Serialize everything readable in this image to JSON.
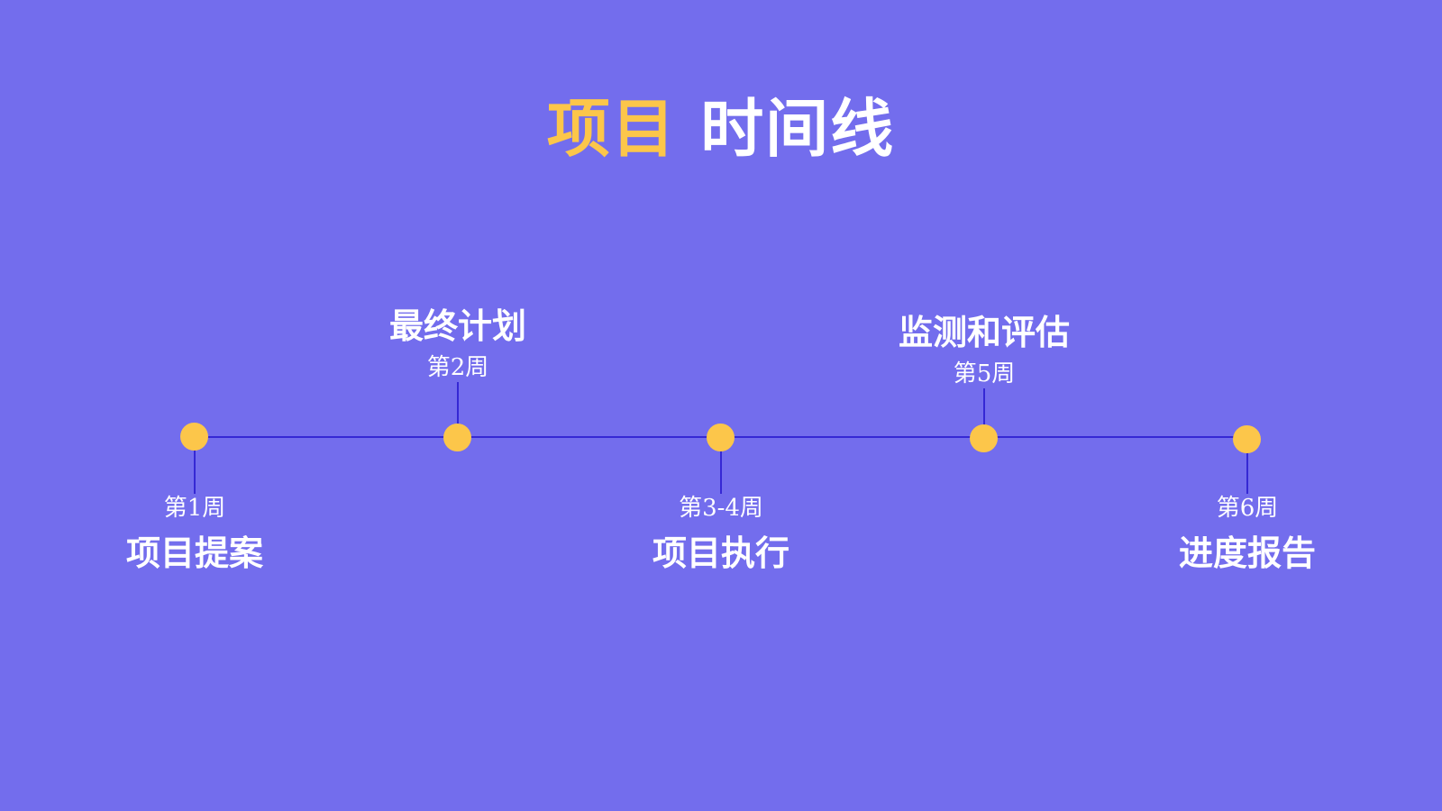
{
  "title": {
    "accent": "项目",
    "rest": "时间线"
  },
  "milestones": [
    {
      "week": "第1周",
      "label": "项目提案"
    },
    {
      "week": "第2周",
      "label": "最终计划"
    },
    {
      "week": "第3-4周",
      "label": "项目执行"
    },
    {
      "week": "第5周",
      "label": "监测和评估"
    },
    {
      "week": "第6周",
      "label": "进度报告"
    }
  ],
  "colors": {
    "background": "#736ded",
    "accent": "#fcc64a",
    "line": "#3528d4",
    "text": "#ffffff"
  }
}
